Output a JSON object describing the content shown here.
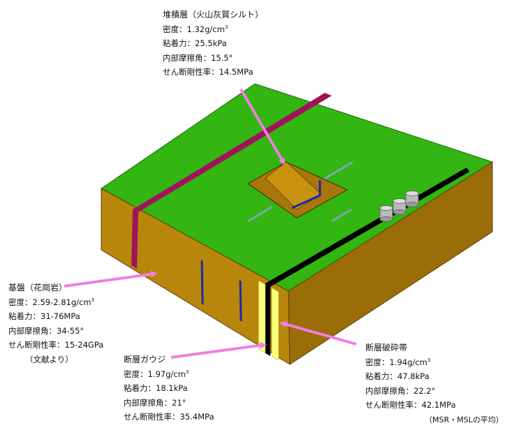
{
  "deposit_layer": {
    "title": "堆積層（火山灰質シルト）",
    "density": "密度：1.32g/cm",
    "cohesion": "粘着力：25.5kPa",
    "friction_angle": "内部摩擦角：15.5°",
    "shear_modulus": "せん断剛性率：14.5MPa"
  },
  "bedrock": {
    "title": "基盤（花崗岩）",
    "density": "密度：2.59-2.81g/cm",
    "cohesion": "粘着力：31-76MPa",
    "friction_angle": "内部摩擦角：34-55°",
    "shear_modulus": "せん断剛性率：15-24GPa",
    "note": "（文献より）"
  },
  "fault_gouge": {
    "title": "断層ガウジ",
    "density": "密度：1.97g/cm",
    "cohesion": "粘着力：18.1kPa",
    "friction_angle": "内部摩擦角：21°",
    "shear_modulus": "せん断剛性率：35.4MPa"
  },
  "fault_breccia": {
    "title": "断層破砕帯",
    "density": "密度：1.94g/cm",
    "cohesion": "粘着力：47.8kPa",
    "friction_angle": "内部摩擦角：22.2°",
    "shear_modulus": "せん断剛性率：42.1MPa"
  },
  "unit_superscript": "3",
  "footnote": "（MSR・MSLの平均）",
  "colors": {
    "surface": "#33b512",
    "soil": "#b8860b",
    "soil_dark": "#9a6d08",
    "magenta_fault": "#a0135a",
    "black_fault": "#000000",
    "gouge": "#fefe7a",
    "blue_line": "#1a2aa8",
    "cyan_line": "#7fa6b8",
    "arrow": "#f07ee0",
    "tank": "#b9b9b9"
  }
}
